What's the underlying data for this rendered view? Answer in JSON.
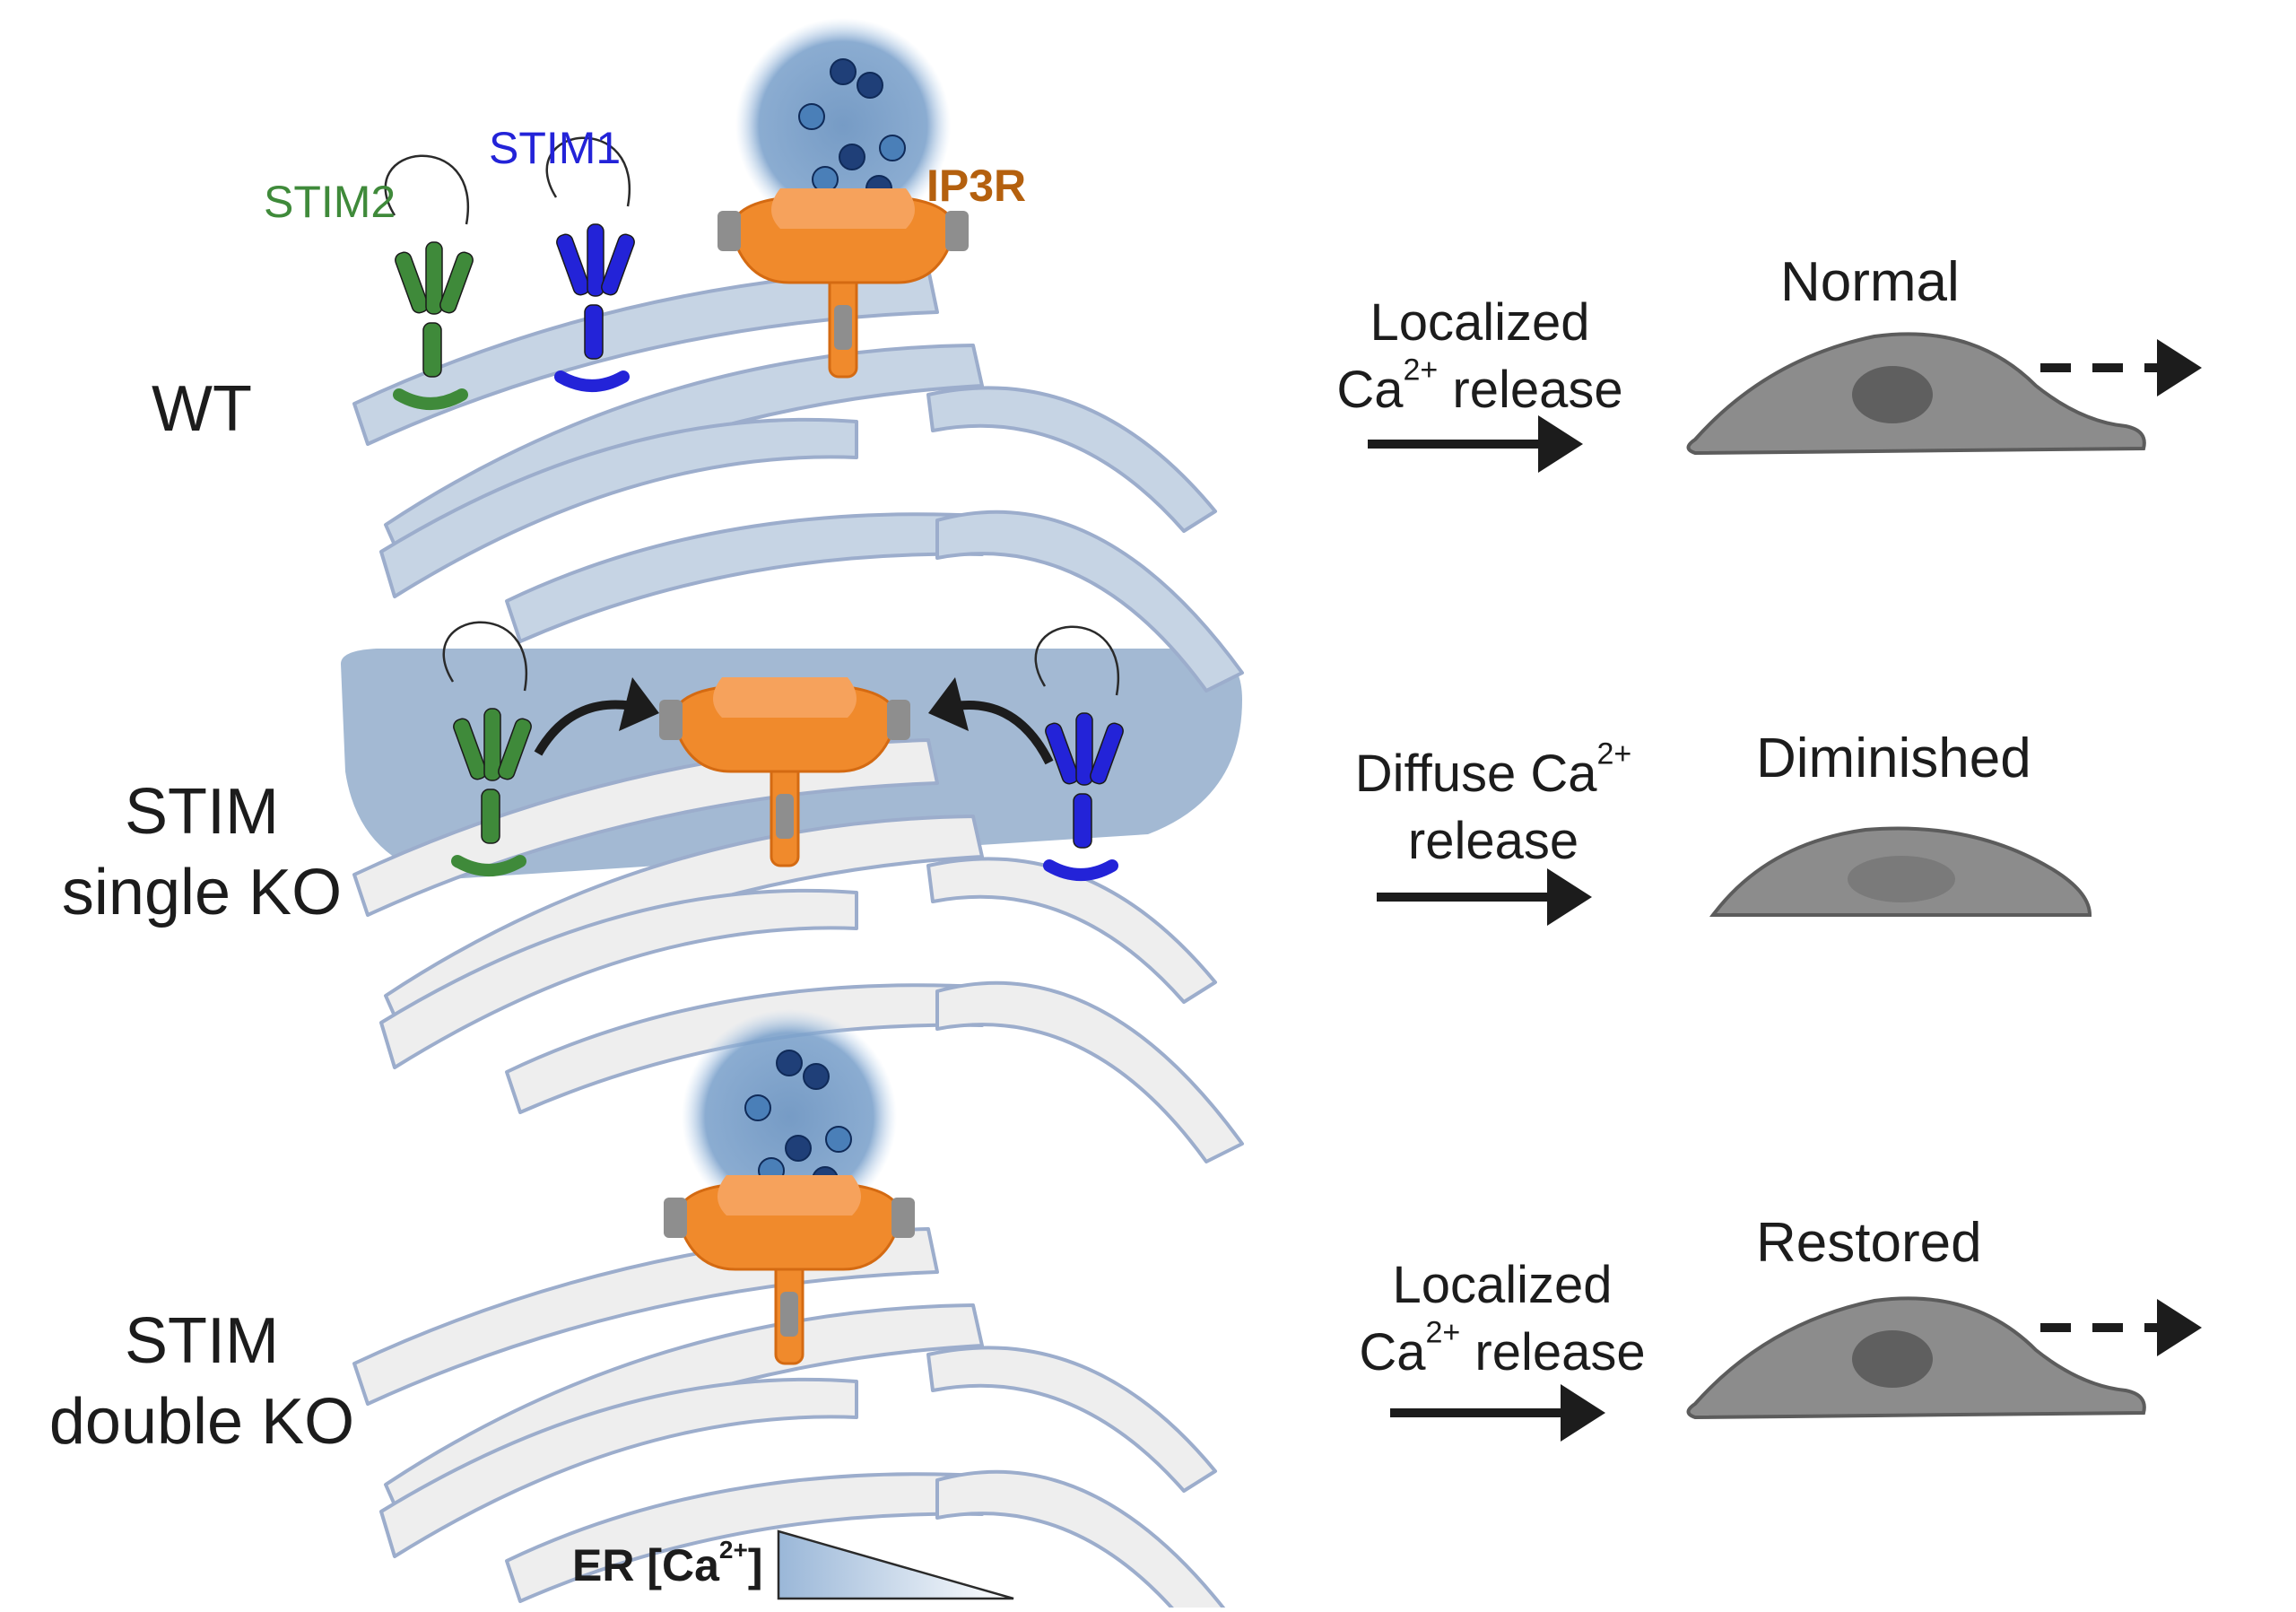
{
  "rows": [
    {
      "id": "wt",
      "label_lines": [
        "WT"
      ],
      "flow_lines": [
        {
          "pre": "Localized"
        },
        {
          "pre": "Ca",
          "sup": "2+",
          "post": " release"
        }
      ],
      "outcome": "Normal"
    },
    {
      "id": "single",
      "label_lines": [
        "STIM",
        "single KO"
      ],
      "flow_lines": [
        {
          "pre": "Diffuse Ca",
          "sup": "2+"
        },
        {
          "pre": "release"
        }
      ],
      "outcome": "Diminished"
    },
    {
      "id": "double",
      "label_lines": [
        "STIM",
        "double KO"
      ],
      "flow_lines": [
        {
          "pre": "Localized"
        },
        {
          "pre": "Ca",
          "sup": "2+",
          "post": " release"
        }
      ],
      "outcome": "Restored"
    }
  ],
  "proteins": {
    "stim1": "STIM1",
    "stim2": "STIM2",
    "ip3r": "IP3R"
  },
  "legend": {
    "pre": "ER [Ca",
    "sup": "2+",
    "post": "]"
  },
  "colors": {
    "stim1": "#2323d8",
    "stim2": "#3f8a3a",
    "ip3r": "#f08a2c",
    "ip3r_label": "#b4600e",
    "er_filled": "#c6d4e4",
    "er_empty": "#eeeeee",
    "er_outline": "#9cadcc",
    "calcium_cloud": "#a3b9d3",
    "cell": "#8c8c8c",
    "arrow": "#1c1c1c"
  }
}
